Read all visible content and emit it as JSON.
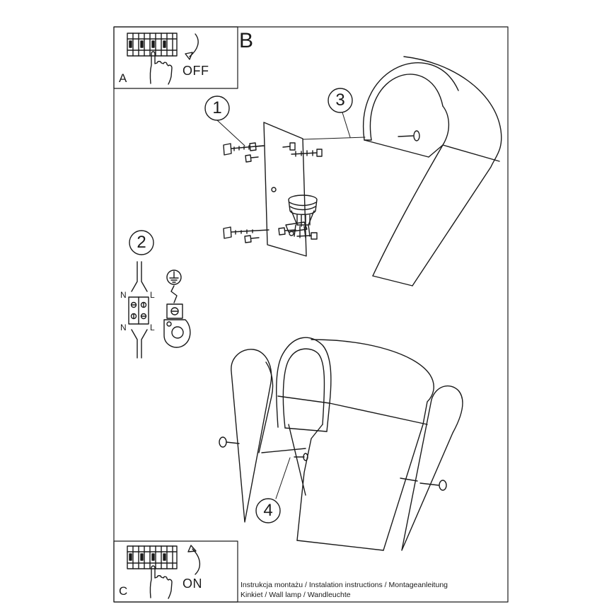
{
  "sections": {
    "main_label": "B",
    "panel_a": {
      "letter": "A",
      "state": "OFF"
    },
    "panel_c": {
      "letter": "C",
      "state": "ON"
    }
  },
  "steps": {
    "s1": "1",
    "s2": "2",
    "s3": "3",
    "s4": "4"
  },
  "wiring": {
    "n_top": "N",
    "l_top": "L",
    "n_bottom": "N",
    "l_bottom": "L"
  },
  "footer": {
    "line1": "Instrukcja montażu / Instalation instructions / Montageanleitung",
    "line2": "Kinkiet  / Wall lamp / Wandleuchte"
  }
}
